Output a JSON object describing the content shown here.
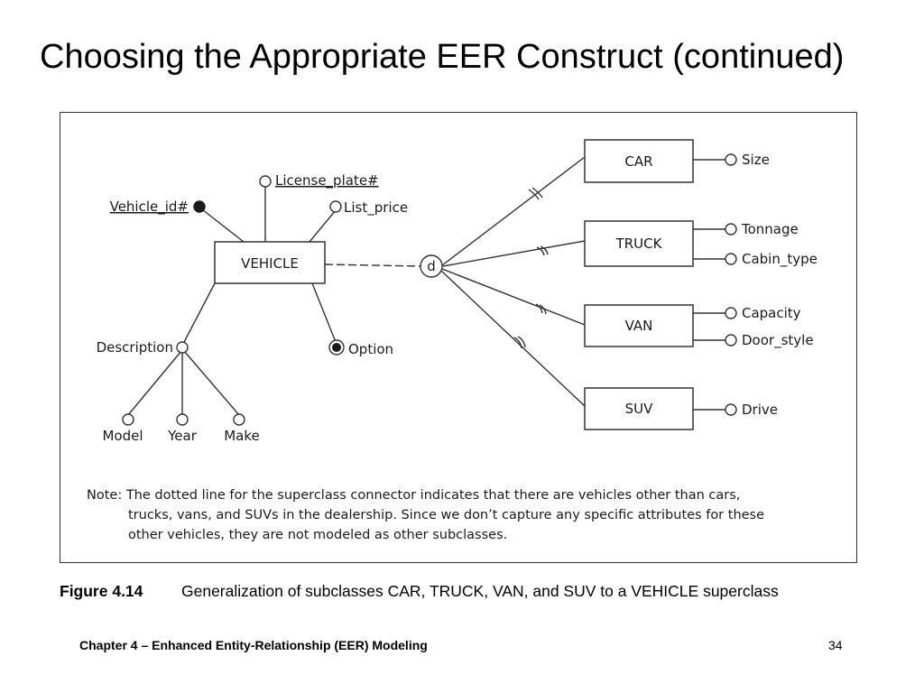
{
  "slide": {
    "title": "Choosing the Appropriate EER Construct (continued)"
  },
  "diagram": {
    "superclass": "VEHICLE",
    "superclass_attributes": {
      "key": "Vehicle_id#",
      "license_plate": "License_plate#",
      "list_price": "List_price",
      "option": "Option",
      "description": "Description",
      "description_parts": [
        "Model",
        "Year",
        "Make"
      ]
    },
    "specialization_symbol": "d",
    "subclasses": [
      {
        "name": "CAR",
        "attributes": [
          "Size"
        ]
      },
      {
        "name": "TRUCK",
        "attributes": [
          "Tonnage",
          "Cabin_type"
        ]
      },
      {
        "name": "VAN",
        "attributes": [
          "Capacity",
          "Door_style"
        ]
      },
      {
        "name": "SUV",
        "attributes": [
          "Drive"
        ]
      }
    ],
    "note_lines": [
      "Note: The dotted line for the superclass connector indicates that there are vehicles other than cars,",
      "trucks, vans, and SUVs in the dealership. Since we don’t capture any specific attributes for these",
      "other vehicles, they are not modeled as other subclasses."
    ]
  },
  "figure": {
    "label": "Figure 4.14",
    "caption": "Generalization of subclasses CAR, TRUCK, VAN, and SUV to a VEHICLE superclass"
  },
  "footer": {
    "chapter": "Chapter 4 – Enhanced Entity-Relationship (EER) Modeling",
    "page": "34"
  }
}
